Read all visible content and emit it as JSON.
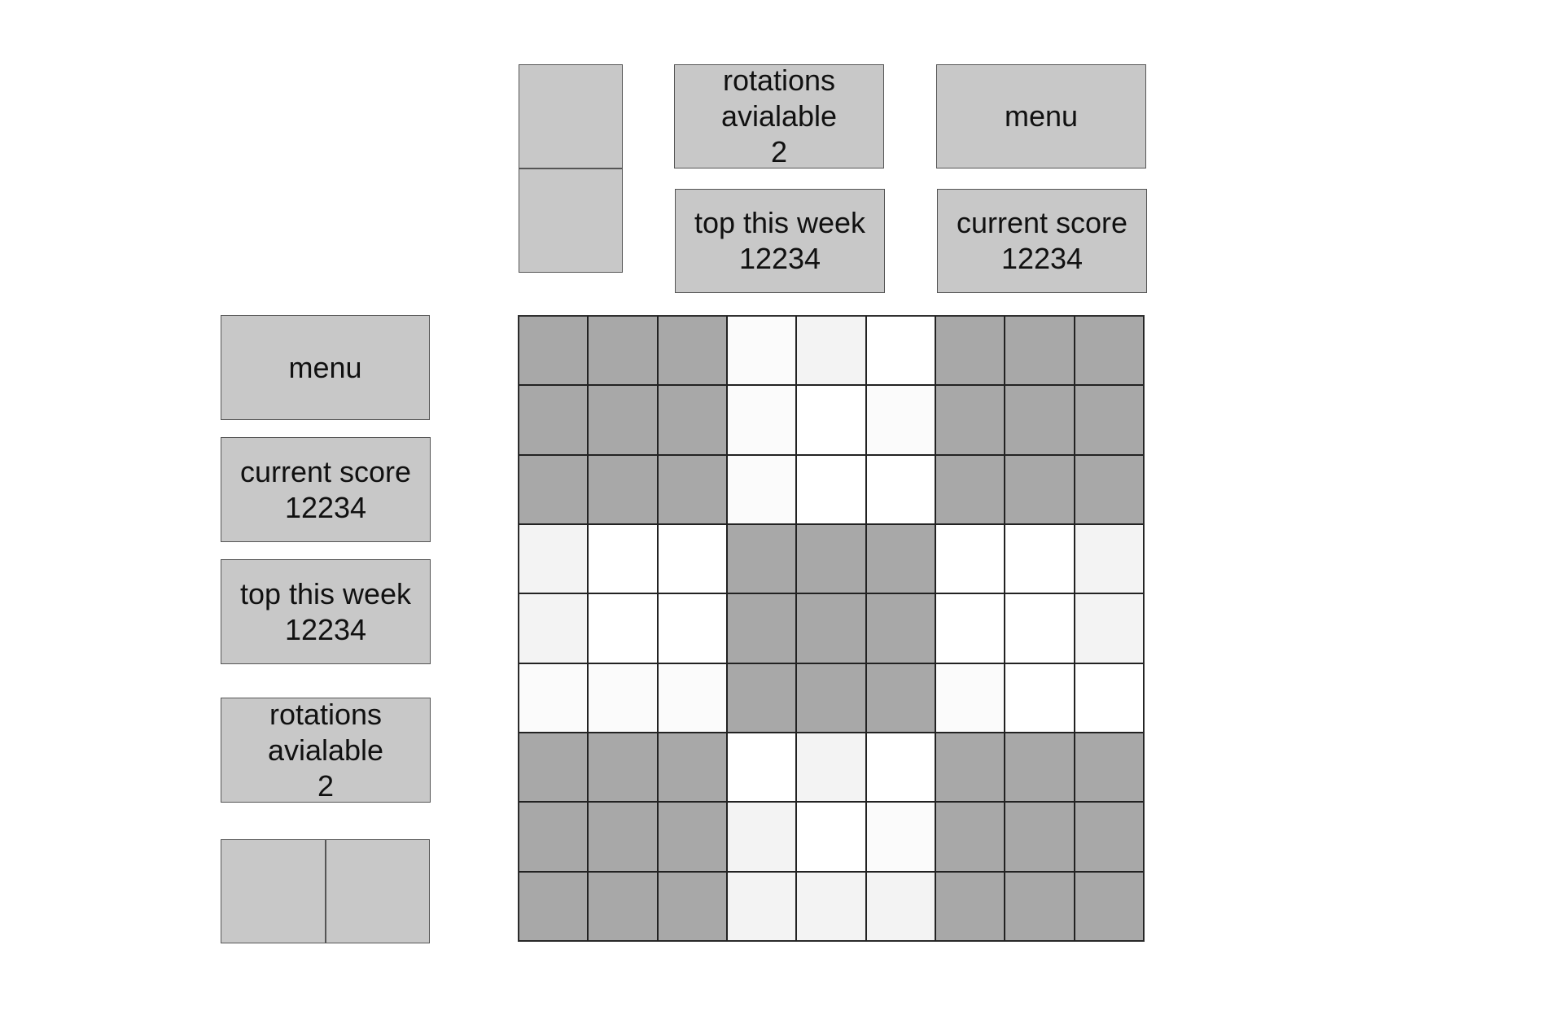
{
  "top_bar": {
    "rotations": {
      "label": "rotations\navialable\n2"
    },
    "menu": {
      "label": "menu"
    },
    "top_this_week": {
      "label": "top this week\n12234"
    },
    "current_score": {
      "label": "current score\n12234"
    }
  },
  "side_bar": {
    "menu": {
      "label": "menu"
    },
    "current_score": {
      "label": "current score\n12234"
    },
    "top_this_week": {
      "label": "top this week\n12234"
    },
    "rotations": {
      "label": "rotations\navialable\n2"
    }
  },
  "board": {
    "size": 9,
    "cells": [
      [
        "filled",
        "filled",
        "filled",
        "off",
        "pale",
        "white",
        "filled",
        "filled",
        "filled"
      ],
      [
        "filled",
        "filled",
        "filled",
        "off",
        "white",
        "off",
        "filled",
        "filled",
        "filled"
      ],
      [
        "filled",
        "filled",
        "filled",
        "off",
        "white",
        "white",
        "filled",
        "filled",
        "filled"
      ],
      [
        "pale",
        "white",
        "white",
        "filled",
        "filled",
        "filled",
        "white",
        "white",
        "pale"
      ],
      [
        "pale",
        "white",
        "white",
        "filled",
        "filled",
        "filled",
        "white",
        "white",
        "pale"
      ],
      [
        "off",
        "off",
        "off",
        "filled",
        "filled",
        "filled",
        "off",
        "white",
        "white"
      ],
      [
        "filled",
        "filled",
        "filled",
        "white",
        "pale",
        "white",
        "filled",
        "filled",
        "filled"
      ],
      [
        "filled",
        "filled",
        "filled",
        "pale",
        "white",
        "off",
        "filled",
        "filled",
        "filled"
      ],
      [
        "filled",
        "filled",
        "filled",
        "pale",
        "pale",
        "pale",
        "filled",
        "filled",
        "filled"
      ]
    ]
  },
  "colors": {
    "filled": "#a8a8a8",
    "empty": "#ffffff",
    "panel": "#c8c8c8"
  }
}
